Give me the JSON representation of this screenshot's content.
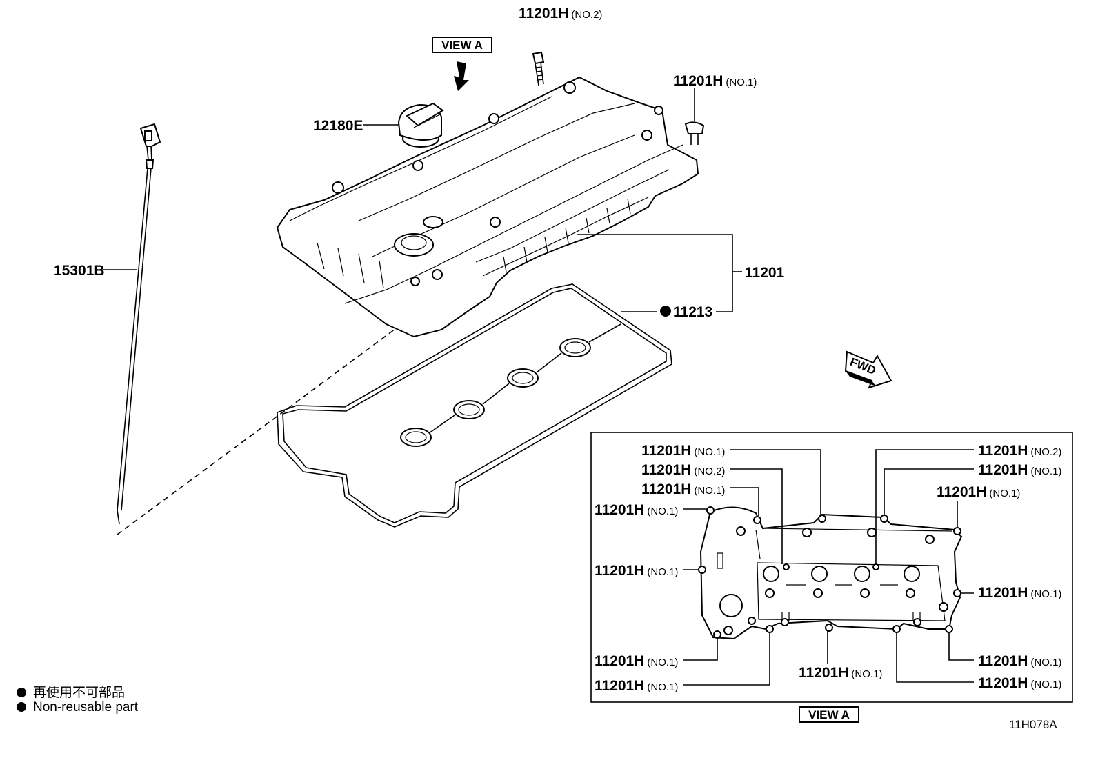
{
  "labels": {
    "bolt_no2": {
      "code": "11201H",
      "suffix": "(NO.2)"
    },
    "bolt_no1": {
      "code": "11201H",
      "suffix": "(NO.1)"
    },
    "view_a": "VIEW A",
    "cap": "12180E",
    "dipstick": "15301B",
    "cover": "11201",
    "gasket": "11213",
    "fwd": "FWD"
  },
  "view_a_callouts": [
    {
      "code": "11201H",
      "suffix": "(NO.1)"
    },
    {
      "code": "11201H",
      "suffix": "(NO.2)"
    },
    {
      "code": "11201H",
      "suffix": "(NO.1)"
    },
    {
      "code": "11201H",
      "suffix": "(NO.1)"
    },
    {
      "code": "11201H",
      "suffix": "(NO.1)"
    },
    {
      "code": "11201H",
      "suffix": "(NO.1)"
    },
    {
      "code": "11201H",
      "suffix": "(NO.1)"
    },
    {
      "code": "11201H",
      "suffix": "(NO.2)"
    },
    {
      "code": "11201H",
      "suffix": "(NO.1)"
    },
    {
      "code": "11201H",
      "suffix": "(NO.1)"
    },
    {
      "code": "11201H",
      "suffix": "(NO.1)"
    },
    {
      "code": "11201H",
      "suffix": "(NO.1)"
    },
    {
      "code": "11201H",
      "suffix": "(NO.1)"
    },
    {
      "code": "11201H",
      "suffix": "(NO.1)"
    }
  ],
  "legend": {
    "line1": "再使用不可部品",
    "line2": "Non-reusable part"
  },
  "diagram_code": "11H078A"
}
